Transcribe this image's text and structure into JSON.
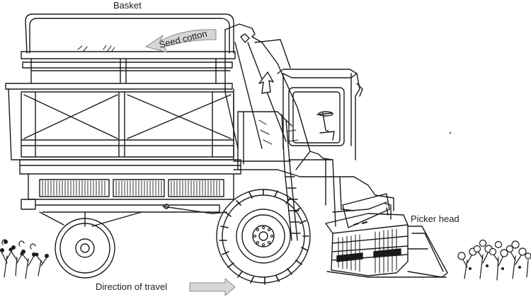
{
  "labels": {
    "basket": "Basket",
    "seed_cotton": "Seed cotton",
    "picker_head": "Picker head",
    "direction": "Direction of travel"
  },
  "colors": {
    "line": "#1a1a1a",
    "arrow_fill": "#d6d6d6",
    "arrow_stroke": "#8a8a8a",
    "background": "#ffffff"
  }
}
